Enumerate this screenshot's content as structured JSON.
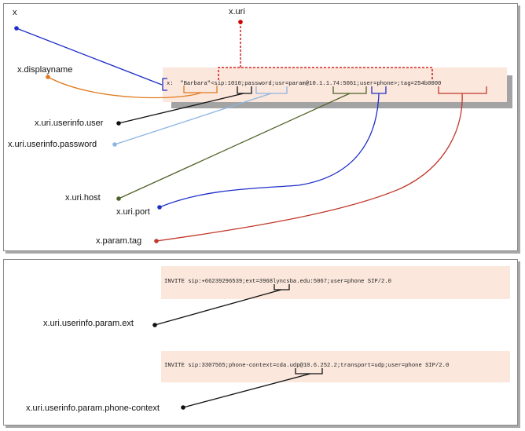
{
  "figure1": {
    "sip_line": "x:  \"Barbara\"<sip:1010;password;usr=param@10.1.1.74:5061;user=phone>;tag=254b0000",
    "labels": {
      "x": "x",
      "uri": "x.uri",
      "displayname": "x.displayname",
      "userinfo_user": "x.uri.userinfo.user",
      "userinfo_password": "x.uri.userinfo.password",
      "host": "x.uri.host",
      "port": "x.uri.port",
      "param_tag": "x.param.tag"
    }
  },
  "figure2": {
    "line1": "INVITE sip:+66239296539;ext=3968lyncsba.edu:5067;user=phone SIP/2.0",
    "line2": "INVITE sip:3307565;phone-context=cda.udp@10.6.252.2;transport=udp;user=phone SIP/2.0",
    "labels": {
      "param_ext": "x.uri.userinfo.param.ext",
      "param_phone_context": "x.uri.userinfo.param.phone-context"
    }
  },
  "colors": {
    "x": "#1f2fc8",
    "displayname": "#e07a1f",
    "user": "#111111",
    "password": "#8db4e2",
    "host": "#4f6228",
    "port": "#1f2fc8",
    "tag": "#c0392b",
    "uri": "#cc0000",
    "highlight": "#fbe7dc"
  }
}
